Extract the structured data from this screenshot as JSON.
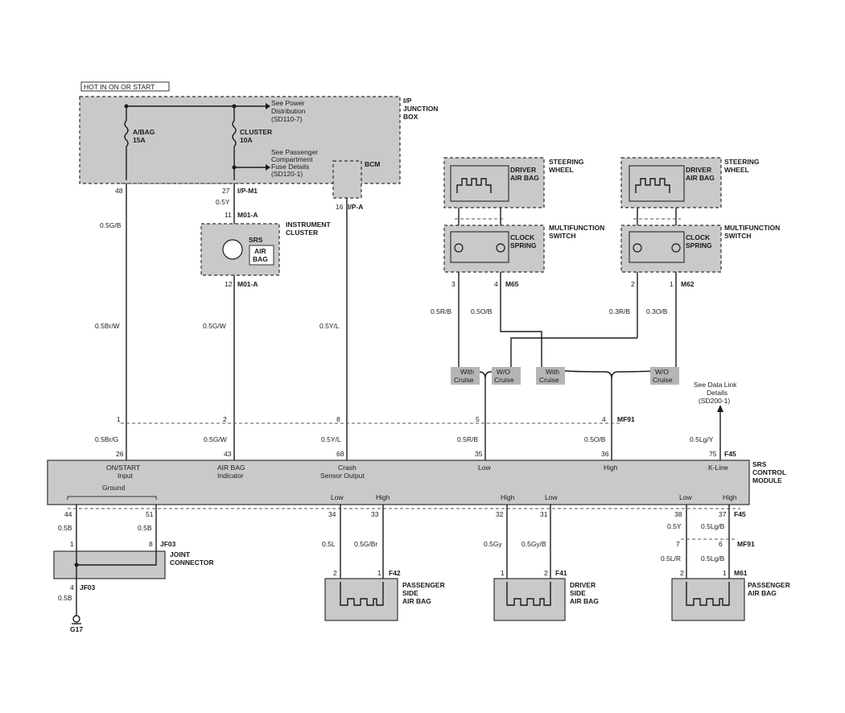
{
  "header": {
    "hot_label": "HOT IN ON OR START"
  },
  "ij_box": {
    "title": [
      "I/P",
      "JUNCTION",
      "BOX"
    ],
    "fuse1": {
      "name": "A/BAG",
      "amp": "15A"
    },
    "fuse2": {
      "name": "CLUSTER",
      "amp": "10A"
    },
    "ref1": [
      "See Power",
      "Distribution",
      "(SD110-7)"
    ],
    "ref2": [
      "See Passenger",
      "Compartment",
      "Fuse Details",
      "(SD120-1)"
    ],
    "pin48": "48",
    "pin27": "27",
    "conn_ipm1": "I/P-M1"
  },
  "bcm": {
    "label": "BCM",
    "pin": "16",
    "conn": "I/P-A"
  },
  "cluster": {
    "title": [
      "INSTRUMENT",
      "CLUSTER"
    ],
    "srs": "SRS",
    "airbag": [
      "AIR",
      "BAG"
    ],
    "pin_top": "11",
    "conn_top": "M01-A",
    "pin_bot": "12",
    "conn_bot": "M01-A"
  },
  "steering": {
    "title": [
      "STEERING",
      "WHEEL"
    ],
    "driver": [
      "DRIVER",
      "AIR BAG"
    ],
    "multi": [
      "MULTIFUNCTION",
      "SWITCH"
    ],
    "clock": [
      "CLOCK",
      "SPRING"
    ],
    "left_pins": [
      "3",
      "4"
    ],
    "left_conn": "M65",
    "right_pins": [
      "2",
      "1"
    ],
    "right_conn": "M62"
  },
  "wires": {
    "w_05gb": "0.5G/B",
    "w_05y": "0.5Y",
    "w_05brw": "0.5Br/W",
    "w_05gw": "0.5G/W",
    "w_05yl": "0.5Y/L",
    "w_05rb": "0.5R/B",
    "w_05ob": "0.5O/B",
    "w_03rb": "0.3R/B",
    "w_03ob": "0.3O/B",
    "w_05brg": "0.5Br/G",
    "w_05gw2": "0.5G/W",
    "w_05yl2": "0.5Y/L",
    "w_05rb2": "0.5R/B",
    "w_05ob2": "0.5O/B",
    "w_05lgy": "0.5Lg/Y",
    "w_05b1": "0.5B",
    "w_05b2": "0.5B",
    "w_05b3": "0.5B",
    "w_05l": "0.5L",
    "w_05gbr": "0.5G/Br",
    "w_05gy": "0.5Gy",
    "w_05gyb": "0.5Gy/B",
    "w_05y2": "0.5Y",
    "w_05lgb": "0.5Lg/B",
    "w_05lr": "0.5L/R",
    "w_05lgb2": "0.5Lg/B"
  },
  "cruise": {
    "with": [
      "With",
      "Cruise"
    ],
    "without": [
      "W/O",
      "Cruise"
    ]
  },
  "mid_conn": {
    "pins": [
      "1",
      "2",
      "8",
      "5",
      "4"
    ],
    "conn": "MF91"
  },
  "datalink": {
    "text": [
      "See Data Link",
      "Details",
      "(SD200-1)"
    ]
  },
  "module": {
    "title": [
      "SRS",
      "CONTROL",
      "MODULE"
    ],
    "top_pins": [
      "26",
      "43",
      "68",
      "35",
      "36",
      "75"
    ],
    "top_conn": "F45",
    "labels": [
      [
        "ON/START",
        "Input"
      ],
      [
        "AIR BAG",
        "Indicator"
      ],
      [
        "Crash",
        "Sensor Output"
      ],
      [
        "Low"
      ],
      [
        "High"
      ],
      [
        "K-Line"
      ]
    ],
    "ground": "Ground",
    "bottom_pins": [
      "44",
      "51",
      "34",
      "33",
      "32",
      "31",
      "38",
      "37"
    ],
    "bottom_conn": "F45",
    "bottom_labels": [
      "Low",
      "High",
      "High",
      "Low",
      "Low",
      "High"
    ]
  },
  "joint": {
    "title": [
      "JOINT",
      "CONNECTOR"
    ],
    "pin1": "1",
    "pin8": "8",
    "conn": "JF03",
    "pin4": "4",
    "conn4": "JF03",
    "ground": "G17"
  },
  "bottom_bags": {
    "pass_side": {
      "title": [
        "PASSENGER",
        "SIDE",
        "AIR BAG"
      ],
      "pins": [
        "2",
        "1"
      ],
      "conn": "F42"
    },
    "drv_side": {
      "title": [
        "DRIVER",
        "SIDE",
        "AIR BAG"
      ],
      "pins": [
        "1",
        "2"
      ],
      "conn": "F41"
    },
    "pass": {
      "title": [
        "PASSENGER",
        "AIR BAG"
      ],
      "pins": [
        "2",
        "1"
      ],
      "conn": "M61"
    },
    "mf91_pins": [
      "7",
      "6"
    ],
    "mf91_conn": "MF91"
  }
}
